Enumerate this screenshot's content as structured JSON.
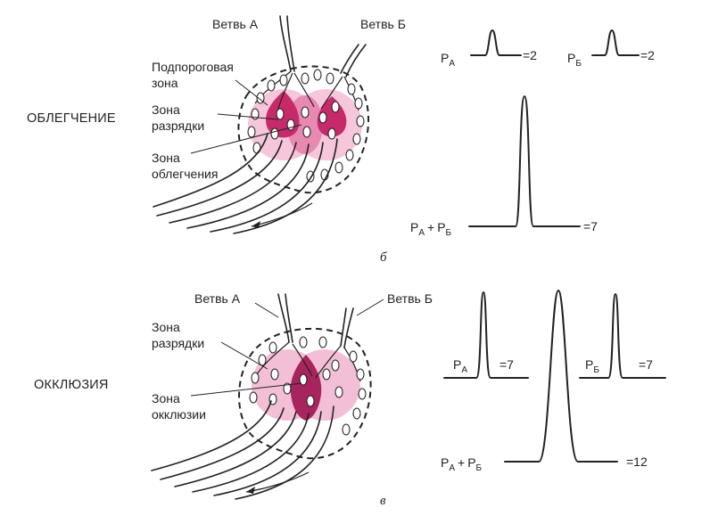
{
  "panel_b": {
    "title": "ОБЛЕГЧЕНИЕ",
    "branch_a": "Ветвь А",
    "branch_b": "Ветвь Б",
    "label_subthreshold_1": "Подпороговая",
    "label_subthreshold_2": "зона",
    "label_discharge_1": "Зона",
    "label_discharge_2": "разрядки",
    "label_facilitation_1": "Зона",
    "label_facilitation_2": "облегчения",
    "p": "P",
    "sub_a": "А",
    "sub_b": "Б",
    "plus": "+",
    "value_a": "=2",
    "value_b": "=2",
    "value_sum": "=7",
    "caption": "б"
  },
  "panel_c": {
    "title": "ОККЛЮЗИЯ",
    "branch_a": "Ветвь А",
    "branch_b": "Ветвь Б",
    "label_discharge_1": "Зона",
    "label_discharge_2": "разрядки",
    "label_occlusion_1": "Зона",
    "label_occlusion_2": "окклюзии",
    "p": "P",
    "sub_a": "А",
    "sub_b": "Б",
    "plus": "+",
    "value_a": "=7",
    "value_b": "=7",
    "value_sum": "=12",
    "caption": "в"
  },
  "colors": {
    "zone_light": "#f3bfd6",
    "zone_medium": "#dc6a9a",
    "zone_dark": "#a01c55",
    "ink": "#222222"
  }
}
